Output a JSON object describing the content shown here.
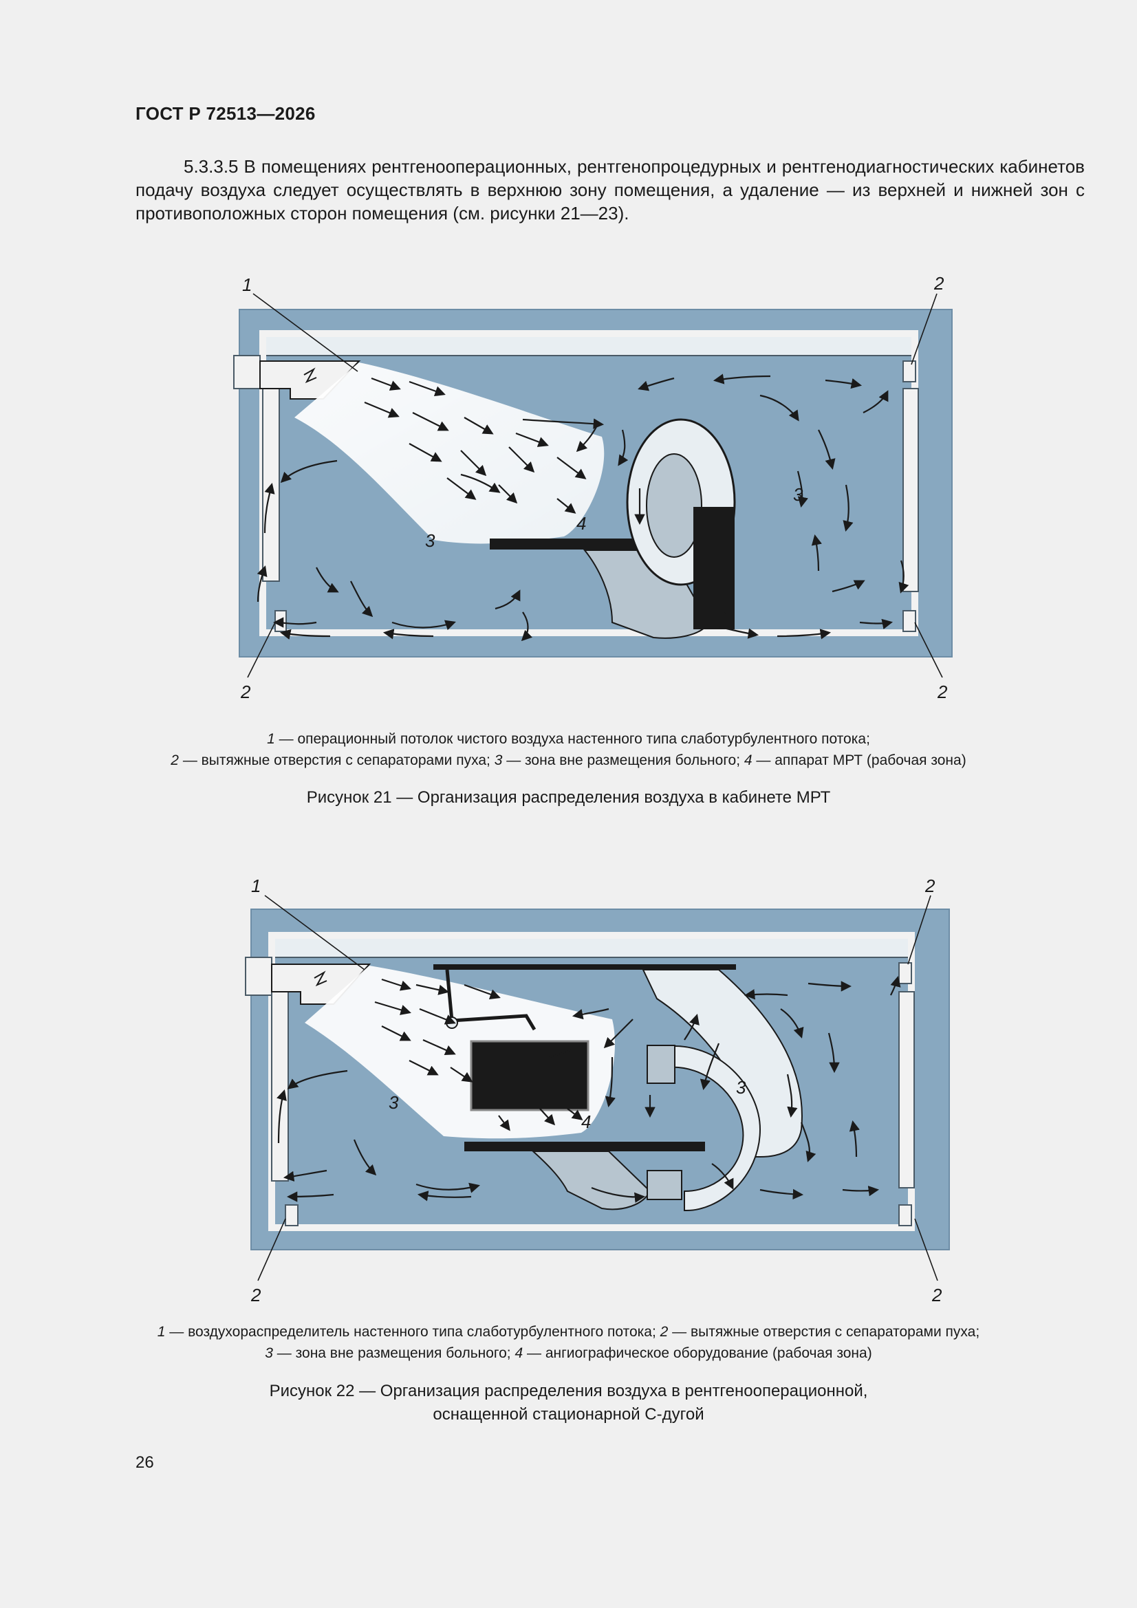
{
  "header": {
    "doc_code": "ГОСТ Р 72513—2026"
  },
  "intro": {
    "paragraph": "5.3.3.5 В помещениях рентгенооперационных, рентгенопроцедурных и рентгенодиагностических кабинетов подачу воздуха следует осуществлять в верхнюю зону помещения, а удаление — из верхней и нижней зон с противоположных сторон помещения (см. рисунки 21—23)."
  },
  "figure21": {
    "labels": {
      "one": "1",
      "two": "2",
      "three": "3",
      "four": "4"
    },
    "legend": {
      "n1": "1",
      "t1": " — операционный потолок чистого воздуха настенного типа слаботурбулентного потока;",
      "n2": "2",
      "t2": " — вытяжные отверстия с сепараторами пуха; ",
      "n3": "3",
      "t3": " — зона вне размещения больного; ",
      "n4": "4",
      "t4": " — аппарат МРТ (рабочая зона)"
    },
    "caption": "Рисунок 21 — Организация распределения воздуха в кабинете МРТ"
  },
  "figure22": {
    "labels": {
      "one": "1",
      "two": "2",
      "three": "3",
      "four": "4"
    },
    "legend": {
      "n1": "1",
      "t1": " — воздухораспределитель настенного типа слаботурбулентного потока; ",
      "n2": "2",
      "t2": " — вытяжные отверстия с сепараторами пуха;",
      "n3": "3",
      "t3": " — зона вне размещения больного; ",
      "n4": "4",
      "t4": " — ангиографическое оборудование (рабочая зона)"
    },
    "caption_line1": "Рисунок 22 — Организация распределения воздуха в рентгенооперационной,",
    "caption_line2": "оснащенной стационарной С-дугой"
  },
  "page_number": "26",
  "colors": {
    "room_blue": "#88a8c0",
    "wall_white": "#f2f2f2",
    "ink": "#1a1a1a"
  }
}
